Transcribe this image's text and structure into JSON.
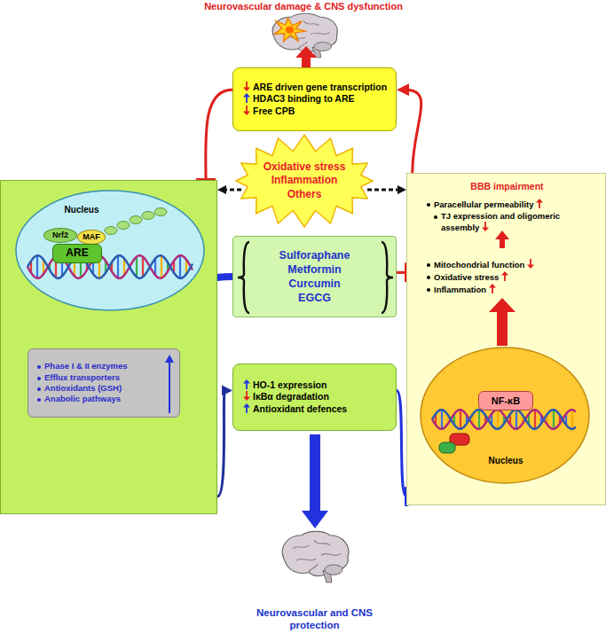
{
  "diagram": {
    "nodes": [
      {
        "text": [
          "ARE driven gene transcription",
          "HDAC3 binding to ARE",
          "Free CPB"
        ]
      },
      {
        "text": []
      },
      {
        "text": [
          "Nucleus"
        ],
        "in": 1
      },
      {
        "text": [
          "Nrf2"
        ],
        "in": 2
      },
      {
        "text": [
          "MAF"
        ],
        "in": 2
      },
      {
        "text": [
          "ARE"
        ],
        "in": 2
      },
      {
        "text": [
          "Oxidative stress",
          "Inflammation",
          "Others"
        ]
      },
      {
        "text": [
          "BBB impairment",
          "Paracellular permeability",
          "TJ expression and oligomeric assembly",
          "Mitochondrial function",
          "Oxidative stress",
          "Inflammation"
        ]
      },
      {
        "text": [
          "Nucleus"
        ],
        "in": 7
      },
      {
        "text": [
          "NF-κB"
        ],
        "in": 8
      },
      {
        "text": [
          "Phase I & II enzymes",
          "Efflux transporters",
          "Antioxidants (GSH)",
          "Anabolic pathways"
        ],
        "in": 1
      },
      {
        "text": [
          "Sulforaphane",
          "Metformin",
          "Curcumin",
          "EGCG"
        ]
      },
      {
        "text": [
          "HO-1 expression",
          "IκBα degradation",
          "Antioxidant defences"
        ]
      }
    ],
    "edges": [
      {
        "from": 7,
        "to": 0,
        "arrow": "to"
      },
      {
        "from": 0,
        "to": 1,
        "arrow": "to"
      },
      {
        "from": 6,
        "to": 1,
        "arrow": "to"
      },
      {
        "from": 6,
        "to": 7,
        "arrow": "to"
      },
      {
        "from": 2,
        "to": 10,
        "arrow": "to"
      },
      {
        "from": 11,
        "to": 10,
        "arrow": "to"
      },
      {
        "from": 11,
        "to": 7,
        "arrow": "to"
      },
      {
        "from": 1,
        "to": 12,
        "arrow": "to"
      },
      {
        "from": 12,
        "to": 7,
        "arrow": "to"
      }
    ],
    "labels": [
      "Neurovascular damage & CNS dysfunction",
      "Neurovascular and CNS protection"
    ]
  }
}
